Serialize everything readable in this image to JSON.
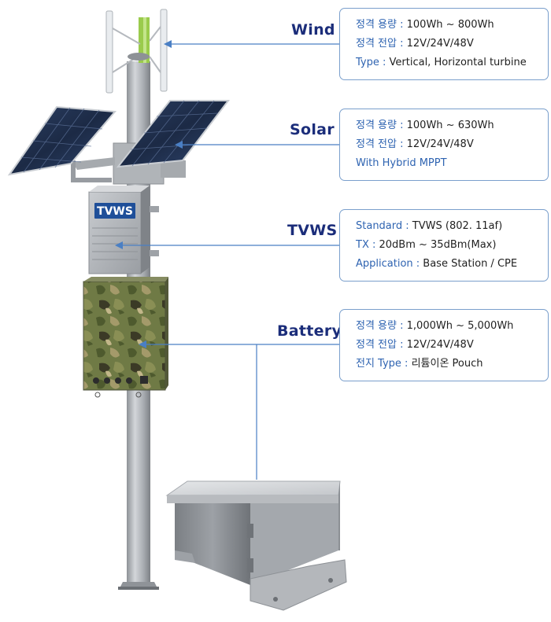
{
  "sections": {
    "wind": {
      "title": "Wind",
      "rows": [
        {
          "label": "정격 용량 :",
          "value": "100Wh ~ 800Wh"
        },
        {
          "label": "정격 전압 :",
          "value": "12V/24V/48V"
        },
        {
          "label": "Type :",
          "value": "Vertical, Horizontal turbine"
        }
      ]
    },
    "solar": {
      "title": "Solar",
      "rows": [
        {
          "label": "정격 용량 :",
          "value": "100Wh ~ 630Wh"
        },
        {
          "label": "정격 전압 :",
          "value": "12V/24V/48V"
        },
        {
          "label": "With Hybrid MPPT",
          "value": ""
        }
      ]
    },
    "tvws": {
      "title": "TVWS",
      "rows": [
        {
          "label": "Standard :",
          "value": "TVWS (802. 11af)"
        },
        {
          "label": "TX :",
          "value": "20dBm ~ 35dBm(Max)"
        },
        {
          "label": "Application :",
          "value": "Base Station / CPE"
        }
      ]
    },
    "battery": {
      "title": "Battery",
      "rows": [
        {
          "label": "정격 용량 :",
          "value": "1,000Wh ~ 5,000Wh"
        },
        {
          "label": "정격 전압 :",
          "value": "12V/24V/48V"
        },
        {
          "label": "전지 Type :",
          "value": "리튬이온 Pouch"
        }
      ]
    }
  },
  "device_label": "TVWS",
  "colors": {
    "title": "#1b2d7a",
    "label": "#2e63b1",
    "leader": "#4a7fc4",
    "box_border": "#7a9fcc"
  }
}
